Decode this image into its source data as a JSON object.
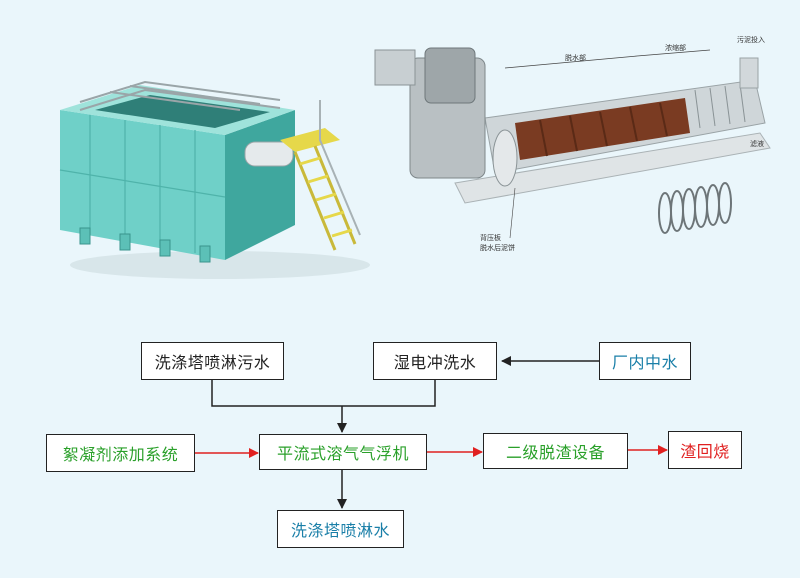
{
  "images": {
    "flotation_machine": {
      "icon": "dissolved-air-flotation-machine-illustration"
    },
    "dewatering_screw": {
      "icon": "screw-dewatering-machine-cutaway-illustration",
      "labels": {
        "dewatering_section": "脱水部",
        "thickening_section": "浓缩部",
        "sludge_inlet": "污泥投入",
        "filtrate": "滤液",
        "back_pressure_plate": "背压板",
        "dewatered_cake": "脱水后泥饼"
      }
    }
  },
  "flow": {
    "nodes": {
      "scrubber_wastewater": {
        "label": "洗涤塔喷淋污水",
        "color": "#222222"
      },
      "wet_esp_wash": {
        "label": "湿电冲洗水",
        "color": "#222222"
      },
      "plant_reclaimed_water": {
        "label": "厂内中水",
        "color": "#1a7fa8"
      },
      "flocculant_system": {
        "label": "絮凝剂添加系统",
        "color": "#2aa02a"
      },
      "flotation_machine": {
        "label": "平流式溶气气浮机",
        "color": "#2aa02a"
      },
      "secondary_deslagging": {
        "label": "二级脱渣设备",
        "color": "#2aa02a"
      },
      "slag_incineration": {
        "label": "渣回烧",
        "color": "#e02020"
      },
      "scrubber_spray_water": {
        "label": "洗涤塔喷淋水",
        "color": "#1a7fa8"
      }
    },
    "arrow_colors": {
      "black": "#222222",
      "red": "#e02020"
    }
  }
}
